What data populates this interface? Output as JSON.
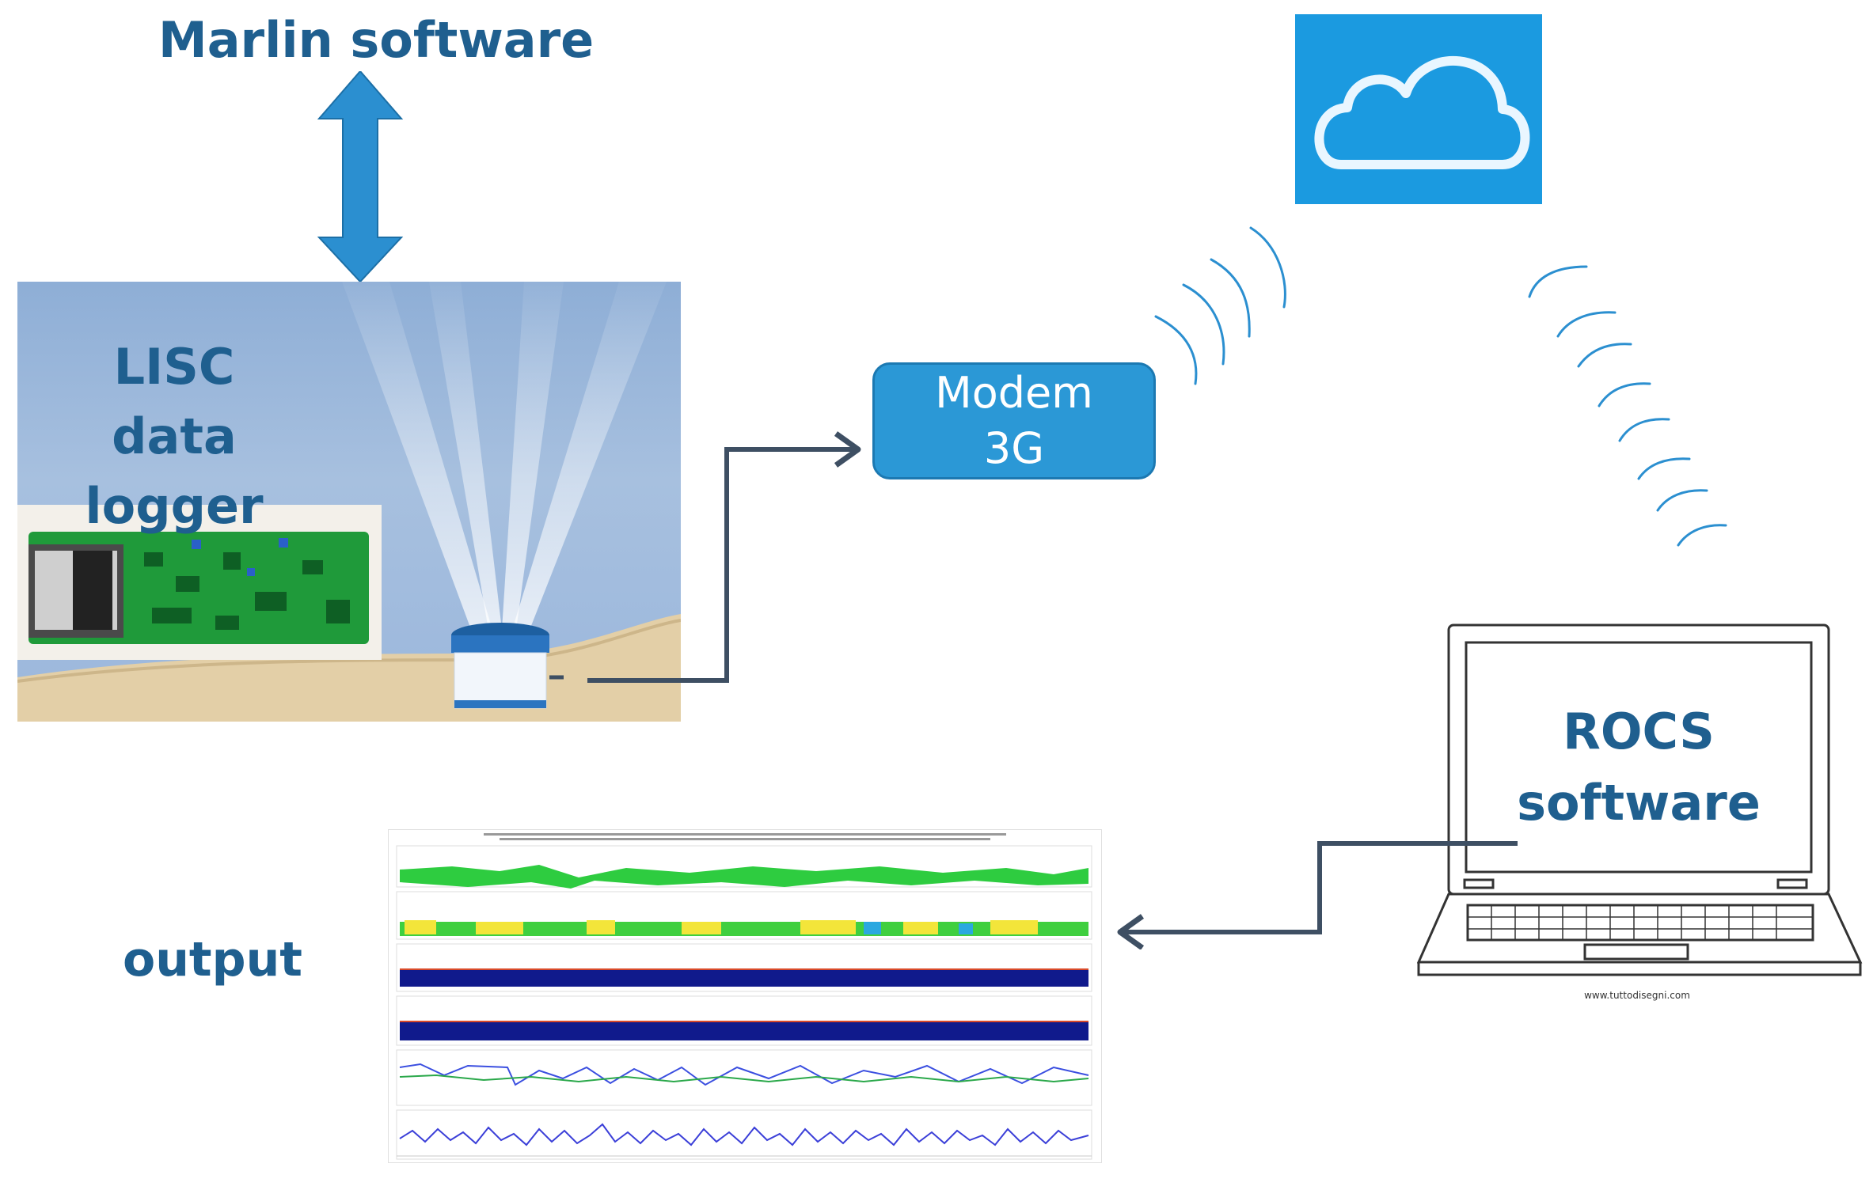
{
  "labels": {
    "marlin": "Marlin software",
    "lisc_line1": "LISC",
    "lisc_line2": "data logger",
    "modem_line1": "Modem",
    "modem_line2": "3G",
    "rocs_line1": "ROCS",
    "rocs_line2": "software",
    "output": "output",
    "laptop_credit": "www.tuttodisegni.com"
  },
  "colors": {
    "label_text": "#1f5f8f",
    "arrow_blue": "#2b8fd0",
    "connector": "#3e4f63",
    "modem_fill": "#2b98d6",
    "cloud_tile": "#1b9ae0"
  },
  "icons": [
    "double-arrow-icon",
    "cloud-icon",
    "wifi-signal-icon",
    "laptop-icon",
    "circuit-board-icon",
    "sensor-icon"
  ]
}
